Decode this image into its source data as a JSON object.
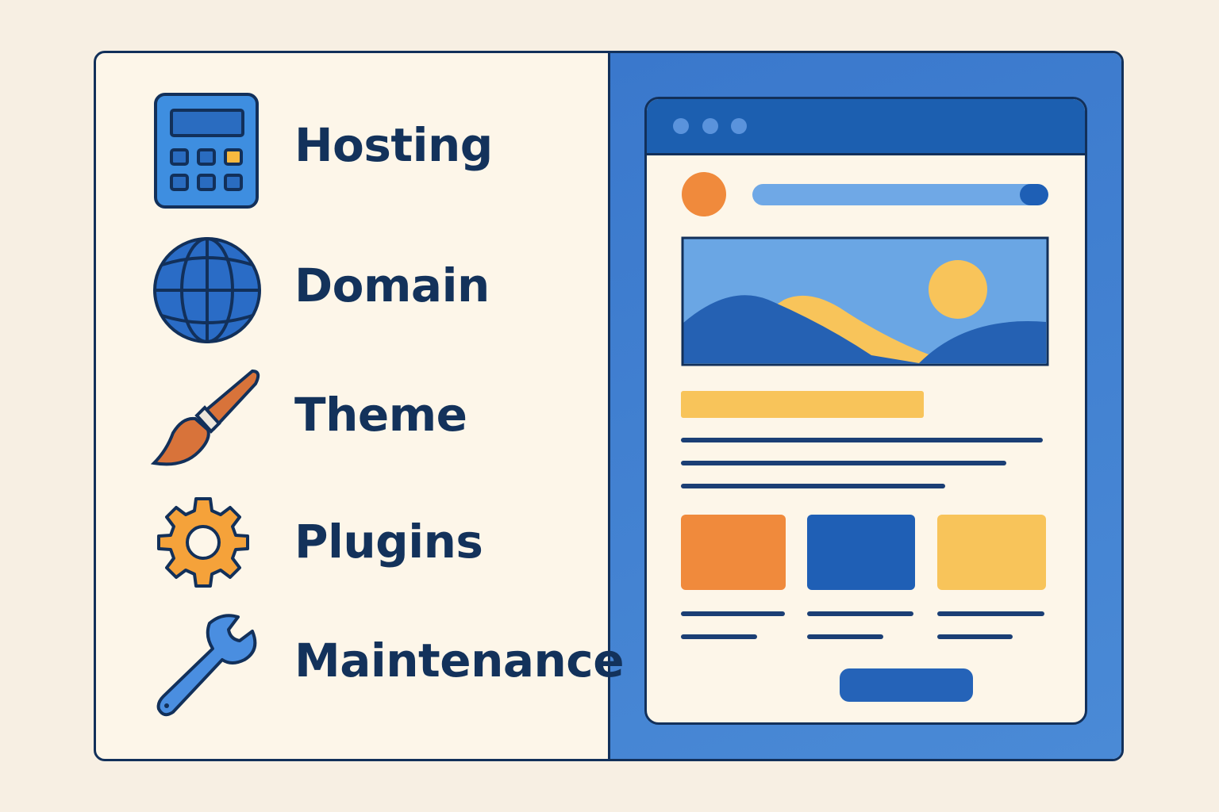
{
  "items": [
    {
      "label": "Hosting",
      "icon": "calculator-icon"
    },
    {
      "label": "Domain",
      "icon": "globe-icon"
    },
    {
      "label": "Theme",
      "icon": "paintbrush-icon"
    },
    {
      "label": "Plugins",
      "icon": "gear-icon"
    },
    {
      "label": "Maintenance",
      "icon": "wrench-icon"
    }
  ],
  "colors": {
    "dark": "#12305a",
    "blue": "#1f5fb5",
    "light_blue": "#6aa6e4",
    "orange": "#f08a3c",
    "yellow": "#f8c45a",
    "cream": "#fdf6e9"
  }
}
